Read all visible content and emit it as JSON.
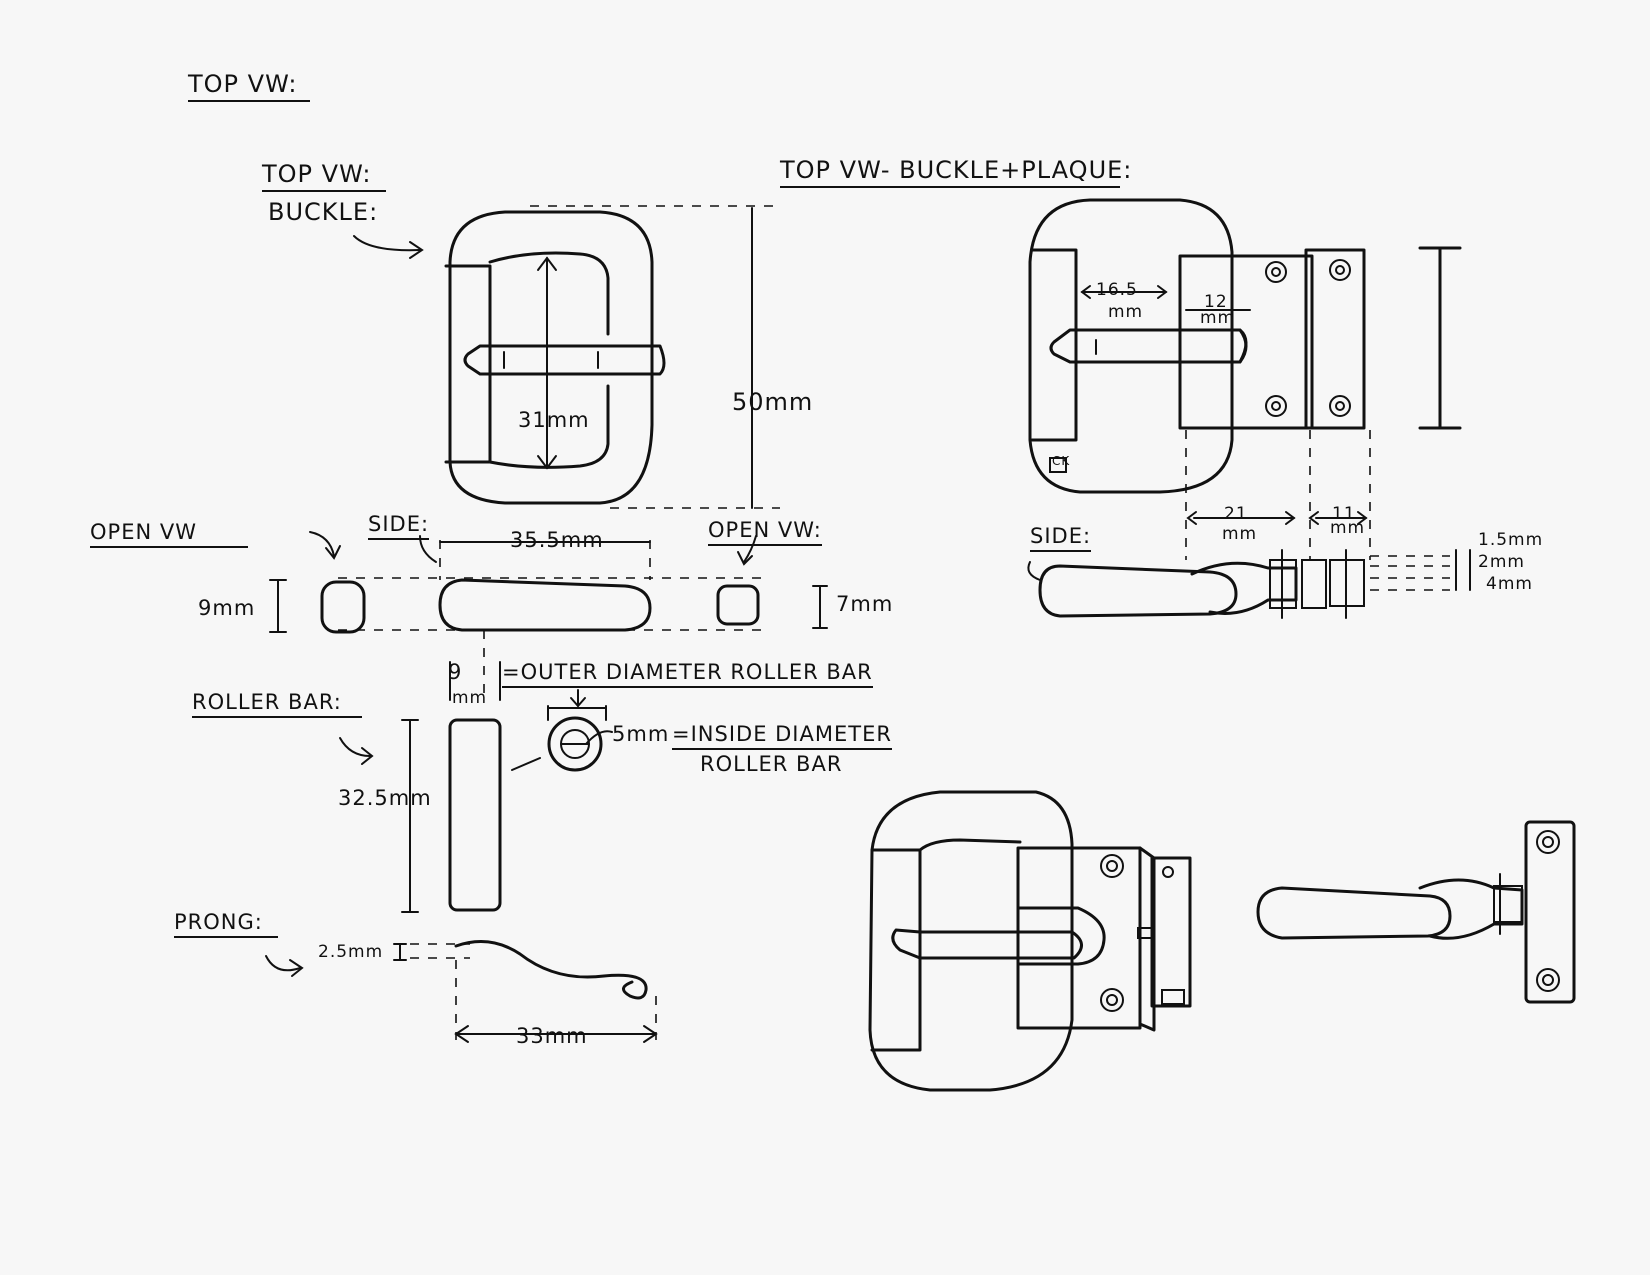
{
  "labels": {
    "top_vw": "TOP VW:",
    "top_vw_buckle_1": "TOP VW:",
    "top_vw_buckle_2": "BUCKLE:",
    "top_vw_buckle_plaque": "TOP VW- BUCKLE+PLAQUE:",
    "open_vw_left": "OPEN VW",
    "open_vw_right": "OPEN VW:",
    "side_left": "SIDE:",
    "side_right": "SIDE:",
    "roller_bar": "ROLLER BAR:",
    "prong": "PRONG:",
    "outer_diameter": "=OUTER DIAMETER  ROLLER BAR",
    "inside_diameter_1": "=INSIDE DIAMETER",
    "inside_diameter_2": "ROLLER BAR",
    "logo_mark": "CK"
  },
  "dimensions": {
    "d_31": "31mm",
    "d_50": "50mm",
    "d_35_5": "35.5mm",
    "d_9_left": "9mm",
    "d_7": "7mm",
    "d_9_top": "9",
    "d_9_mm": "mm",
    "d_5": "5mm",
    "d_32_5": "32.5mm",
    "d_2_5": "2.5mm",
    "d_33": "33mm",
    "d_16_5": "16.5",
    "d_16_5_mm": "mm",
    "d_12": "12",
    "d_12_mm": "mm",
    "d_21": "21",
    "d_21_mm": "mm",
    "d_11": "11",
    "d_11_mm": "mm",
    "d_1_5": "1.5mm",
    "d_2": "2mm",
    "d_4": "4mm"
  }
}
